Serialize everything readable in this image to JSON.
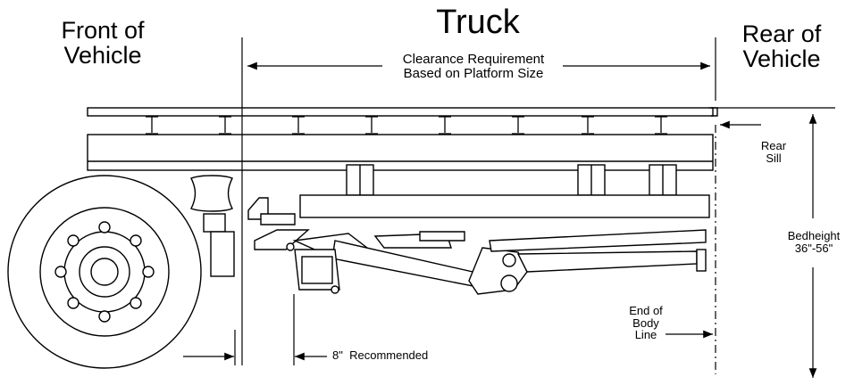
{
  "title": "Truck",
  "front_label": {
    "line1": "Front of",
    "line2": "Vehicle"
  },
  "rear_label": {
    "line1": "Rear of",
    "line2": "Vehicle"
  },
  "clearance": {
    "line1": "Clearance Requirement",
    "line2": "Based on Platform Size"
  },
  "rear_sill": {
    "line1": "Rear",
    "line2": "Sill"
  },
  "bedheight": {
    "line1": "Bedheight",
    "line2": "36\"-56\""
  },
  "end_of_body": {
    "line1": "End of",
    "line2": "Body",
    "line3": "Line"
  },
  "recommended": {
    "value": "8\"",
    "label": "Recommended"
  }
}
